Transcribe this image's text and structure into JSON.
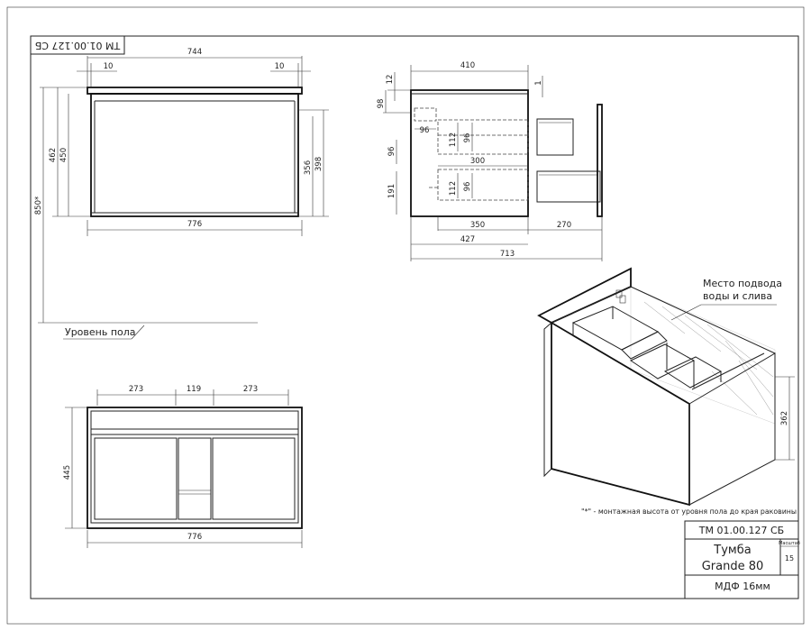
{
  "stamp_top": "ТМ 01.00.127 СБ",
  "floor_label": "Уровень пола",
  "callout_label_1": "Место подвода",
  "callout_label_2": "воды и слива",
  "footnote": "\"*\" - монтажная высота от уровня пола до края раковины",
  "title_block": {
    "code": "ТМ 01.00.127 СБ",
    "name_1": "Тумба",
    "name_2": "Grande 80",
    "scale_label": "Масштаб",
    "scale_value": "15",
    "material": "МДФ 16мм"
  },
  "dims": {
    "front_top_width": "744",
    "front_left_10": "10",
    "front_right_10": "10",
    "front_bottom_width": "776",
    "front_h462": "462",
    "front_h450": "450",
    "front_h850": "850*",
    "front_h356": "356",
    "front_h398": "398",
    "side_top_410": "410",
    "side_12": "12",
    "side_1": "1",
    "side_98": "98",
    "side_96a": "96",
    "side_112a": "112",
    "side_96b": "96",
    "side_96c": "96",
    "side_300": "300",
    "side_191": "191",
    "side_112b": "112",
    "side_96d": "96",
    "side_350": "350",
    "side_270": "270",
    "side_427": "427",
    "side_713": "713",
    "plan_273a": "273",
    "plan_119": "119",
    "plan_273b": "273",
    "plan_445": "445",
    "plan_776": "776",
    "iso_362": "362"
  }
}
